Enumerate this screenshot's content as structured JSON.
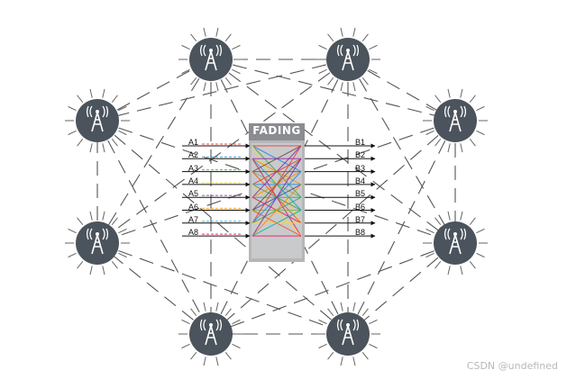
{
  "diagram": {
    "fading_block": {
      "title": "FADING"
    },
    "inputs": [
      "A1",
      "A2",
      "A3",
      "A4",
      "A5",
      "A6",
      "A7",
      "A8"
    ],
    "outputs": [
      "B1",
      "B2",
      "B3",
      "B4",
      "B5",
      "B6",
      "B7",
      "B8"
    ],
    "towers": [
      {
        "name": "tower-top-left"
      },
      {
        "name": "tower-top-right"
      },
      {
        "name": "tower-upper-left"
      },
      {
        "name": "tower-upper-right"
      },
      {
        "name": "tower-lower-left"
      },
      {
        "name": "tower-lower-right"
      },
      {
        "name": "tower-bottom-left"
      },
      {
        "name": "tower-bottom-right"
      }
    ],
    "colors": {
      "tower_fill": "#4b535c",
      "link_line": "#555555",
      "fading_box": "#b5b6b8",
      "fading_header": "#8a8c90"
    },
    "path_colors": [
      "#e53935",
      "#1e88e5",
      "#43a047",
      "#fdd835",
      "#8e24aa",
      "#fb8c00",
      "#00acc1",
      "#d81b60",
      "#6d4c41",
      "#3949ab",
      "#7cb342",
      "#f4511e"
    ]
  },
  "watermark": "CSDN @undefined"
}
